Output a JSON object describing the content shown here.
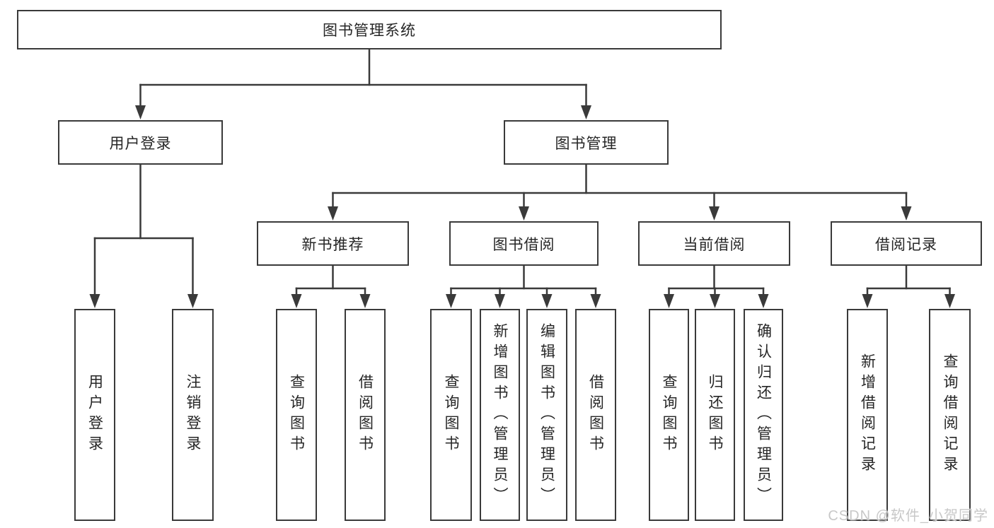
{
  "diagram": {
    "title": "图书管理系统",
    "nodes": [
      {
        "id": "root",
        "label": "图书管理系统",
        "parent": null
      },
      {
        "id": "user-login",
        "label": "用户登录",
        "parent": "root"
      },
      {
        "id": "book-mgmt",
        "label": "图书管理",
        "parent": "root"
      },
      {
        "id": "ul-login",
        "label": "用户登录",
        "parent": "user-login"
      },
      {
        "id": "ul-logout",
        "label": "注销登录",
        "parent": "user-login"
      },
      {
        "id": "new-book-rec",
        "label": "新书推荐",
        "parent": "book-mgmt"
      },
      {
        "id": "book-borrow",
        "label": "图书借阅",
        "parent": "book-mgmt"
      },
      {
        "id": "current-borrow",
        "label": "当前借阅",
        "parent": "book-mgmt"
      },
      {
        "id": "borrow-records",
        "label": "借阅记录",
        "parent": "book-mgmt"
      },
      {
        "id": "nbr-query",
        "label": "查询图书",
        "parent": "new-book-rec"
      },
      {
        "id": "nbr-borrow",
        "label": "借阅图书",
        "parent": "new-book-rec"
      },
      {
        "id": "bb-query",
        "label": "查询图书",
        "parent": "book-borrow"
      },
      {
        "id": "bb-add",
        "label": "新增图书（管理员）",
        "parent": "book-borrow"
      },
      {
        "id": "bb-edit",
        "label": "编辑图书（管理员）",
        "parent": "book-borrow"
      },
      {
        "id": "bb-borrow",
        "label": "借阅图书",
        "parent": "book-borrow"
      },
      {
        "id": "cb-query",
        "label": "查询图书",
        "parent": "current-borrow"
      },
      {
        "id": "cb-return",
        "label": "归还图书",
        "parent": "current-borrow"
      },
      {
        "id": "cb-confirm",
        "label": "确认归还（管理员）",
        "parent": "current-borrow"
      },
      {
        "id": "br-add",
        "label": "新增借阅记录",
        "parent": "borrow-records"
      },
      {
        "id": "br-query",
        "label": "查询借阅记录",
        "parent": "borrow-records"
      }
    ]
  },
  "watermark": {
    "text": "CSDN @软件_小贺同学"
  },
  "colors": {
    "line": "#3a3a3a",
    "border": "#3a3a3a",
    "text": "#262626",
    "background": "#ffffff",
    "watermark": "#c8c8c8"
  }
}
